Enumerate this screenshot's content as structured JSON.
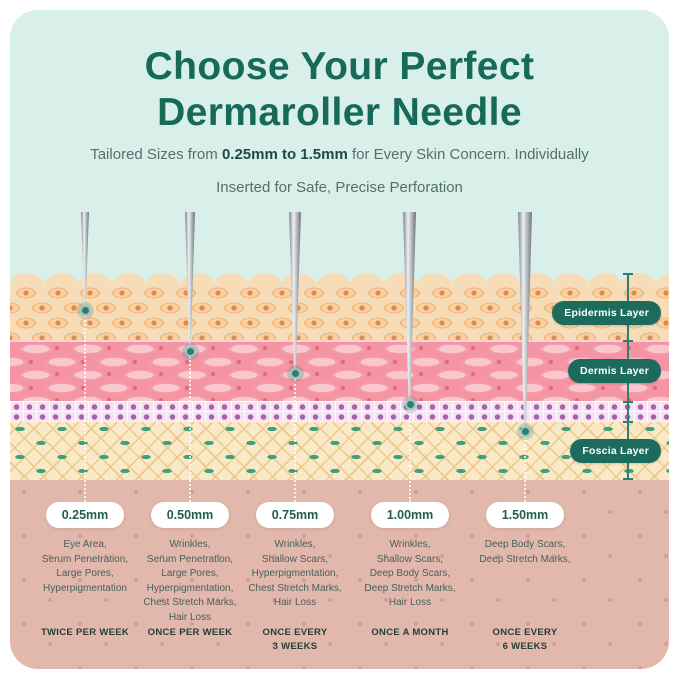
{
  "header": {
    "title_line1": "Choose Your Perfect",
    "title_line2": "Dermaroller Needle",
    "subtitle_prefix": "Tailored Sizes from ",
    "subtitle_bold": "0.25mm to 1.5mm",
    "subtitle_suffix": " for Every Skin Concern. Individually Inserted for Safe, Precise Perforation"
  },
  "layers": [
    {
      "label": "Epidermis Layer"
    },
    {
      "label": "Dermis Layer"
    },
    {
      "label": "Foscia Layer"
    }
  ],
  "needles": [
    {
      "size": "0.25mm",
      "uses": [
        "Eye Area,",
        "Serum Penetration,",
        "Large Pores,",
        "Hyperpigmentation"
      ],
      "frequency": [
        "TWICE PER WEEK"
      ]
    },
    {
      "size": "0.50mm",
      "uses": [
        "Wrinkles,",
        "Serum Penetration,",
        "Large Pores,",
        "Hyperpigmentation,",
        "Chest Stretch Marks,",
        "Hair Loss"
      ],
      "frequency": [
        "ONCE PER WEEK"
      ]
    },
    {
      "size": "0.75mm",
      "uses": [
        "Wrinkles,",
        "Shallow Scars,",
        "Hyperpigmentation,",
        "Chest Stretch Marks,",
        "Hair Loss"
      ],
      "frequency": [
        "ONCE EVERY",
        "3 WEEKS"
      ]
    },
    {
      "size": "1.00mm",
      "uses": [
        "Wrinkles,",
        "Shallow Scars,",
        "Deep Body Scars,",
        "Deep Stretch Marks,",
        "Hair Loss"
      ],
      "frequency": [
        "ONCE A MONTH"
      ]
    },
    {
      "size": "1.50mm",
      "uses": [
        "Deep Body Scars,",
        "Deep Stretch Marks,"
      ],
      "frequency": [
        "ONCE EVERY",
        "6 WEEKS"
      ]
    }
  ],
  "colors": {
    "card_background": "#d9f0ea",
    "accent_teal": "#17695a",
    "layer_pill_background": "#1d6b5c",
    "tip_dot": "#2e7f73",
    "epidermis_band": "#f6ddb8",
    "dermis_band": "#f594a2",
    "fascia_band": "#fae9c6",
    "deep_tissue": "#e2b7ac"
  }
}
